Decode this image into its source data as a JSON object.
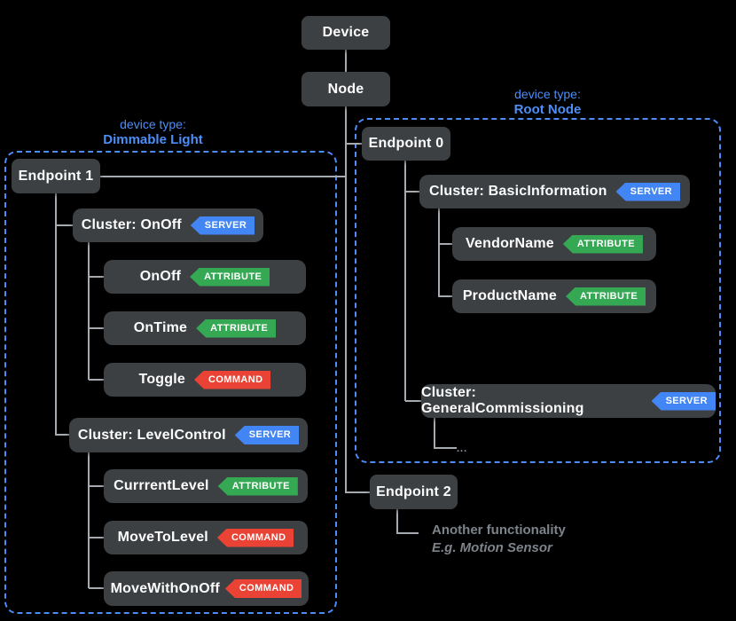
{
  "palette": {
    "background": "#000000",
    "box_bg": "#3c4043",
    "box_text": "#fdfdfd",
    "connector_line": "#a6abb1",
    "group_border_blue": "#4e8cf7",
    "group_label_blue": "#4d8ef7",
    "badge_server_blue": "#4285f4",
    "badge_attribute_green": "#34a853",
    "badge_command_red": "#ea4335",
    "muted_note_gray": "#7d838a"
  },
  "tree": {
    "device": "Device",
    "node": "Node"
  },
  "left_group": {
    "label_line1": "device type:",
    "label_line2": "Dimmable Light",
    "endpoint": "Endpoint 1",
    "clusters": [
      {
        "label": "Cluster: OnOff",
        "badge": "SERVER",
        "children": [
          {
            "label": "OnOff",
            "badge": "ATTRIBUTE"
          },
          {
            "label": "OnTime",
            "badge": "ATTRIBUTE"
          },
          {
            "label": "Toggle",
            "badge": "COMMAND"
          }
        ]
      },
      {
        "label": "Cluster: LevelControl",
        "badge": "SERVER",
        "children": [
          {
            "label": "CurrrentLevel",
            "badge": "ATTRIBUTE"
          },
          {
            "label": "MoveToLevel",
            "badge": "COMMAND"
          },
          {
            "label": "MoveWithOnOff",
            "badge": "COMMAND"
          }
        ]
      }
    ]
  },
  "right_group": {
    "label_line1": "device type:",
    "label_line2": "Root Node",
    "endpoint": "Endpoint 0",
    "clusters": [
      {
        "label": "Cluster: BasicInformation",
        "badge": "SERVER",
        "children": [
          {
            "label": "VendorName",
            "badge": "ATTRIBUTE"
          },
          {
            "label": "ProductName",
            "badge": "ATTRIBUTE"
          }
        ]
      },
      {
        "label": "Cluster: GeneralCommissioning",
        "badge": "SERVER",
        "ellipsis": "..."
      }
    ]
  },
  "endpoint2": {
    "label": "Endpoint 2",
    "note_line1": "Another functionality",
    "note_line2": "E.g. Motion Sensor"
  }
}
